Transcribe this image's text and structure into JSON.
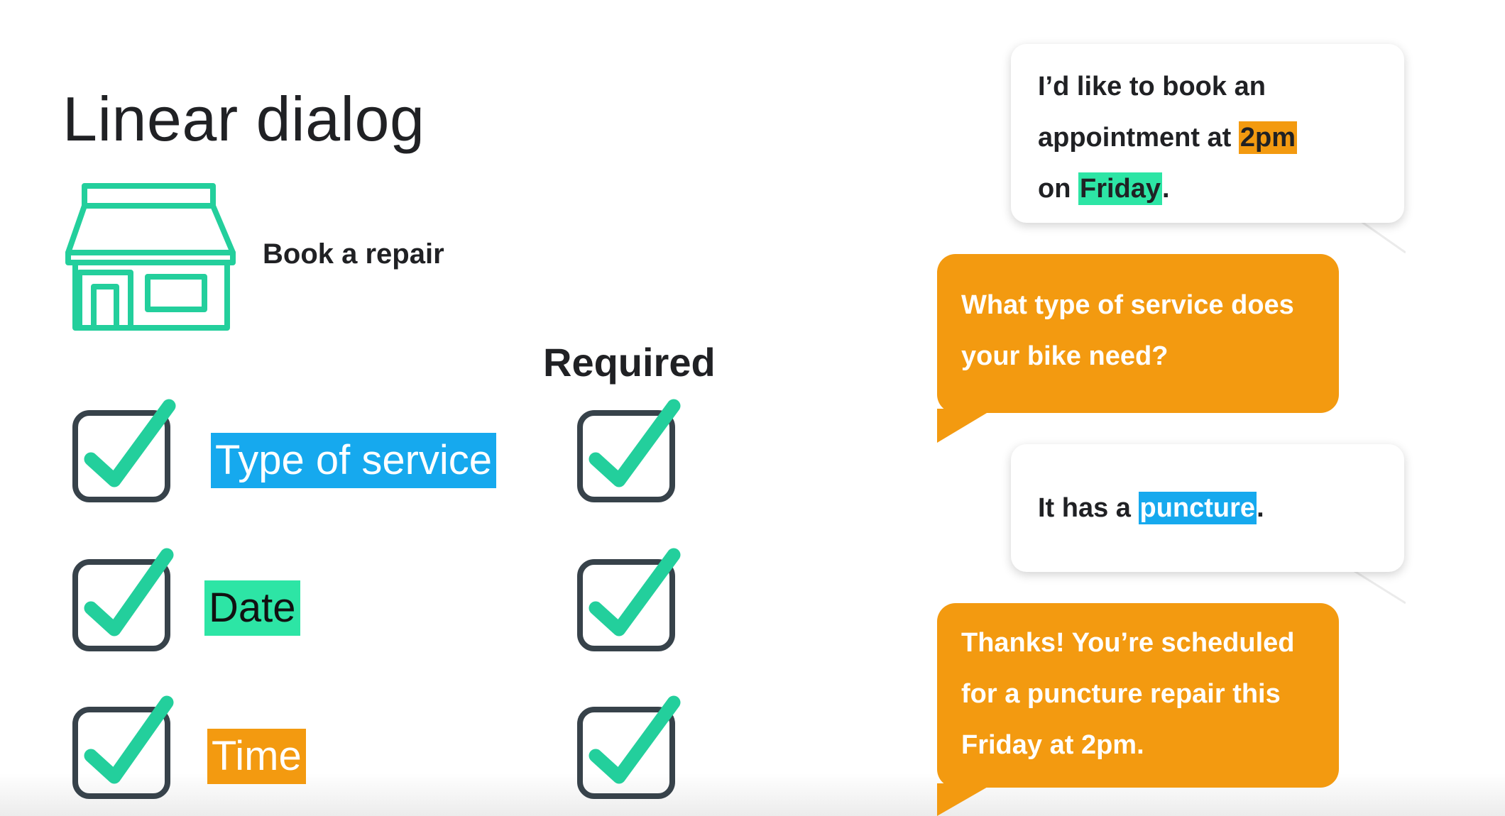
{
  "title": "Linear dialog",
  "task": {
    "label": "Book a repair",
    "icon": "storefront-icon"
  },
  "required_heading": "Required",
  "slots": [
    {
      "label": "Type of service",
      "filled": true,
      "required": true,
      "color": "#16a9ee"
    },
    {
      "label": "Date",
      "filled": true,
      "required": true,
      "color": "#2de5a5"
    },
    {
      "label": "Time",
      "filled": true,
      "required": true,
      "color": "#f39a10"
    }
  ],
  "conversation": {
    "msg1": {
      "line1": "I’d like to book an",
      "line2_pre": "appointment at ",
      "time_entity": "2pm",
      "line3_pre": "on ",
      "date_entity": "Friday",
      "line3_post": "."
    },
    "msg2": {
      "line1": "What type of service does",
      "line2": "your bike need?"
    },
    "msg3": {
      "pre": "It has a ",
      "service_entity": "puncture",
      "post": "."
    },
    "msg4": {
      "line1": "Thanks! You’re scheduled",
      "line2": "for a puncture repair this",
      "line3": "Friday at 2pm."
    }
  },
  "colors": {
    "accent_teal": "#23cf9c",
    "bot_orange": "#f39a10",
    "entity_blue": "#16a9ee",
    "entity_green": "#2de5a5",
    "checkbox_border": "#37424a"
  }
}
